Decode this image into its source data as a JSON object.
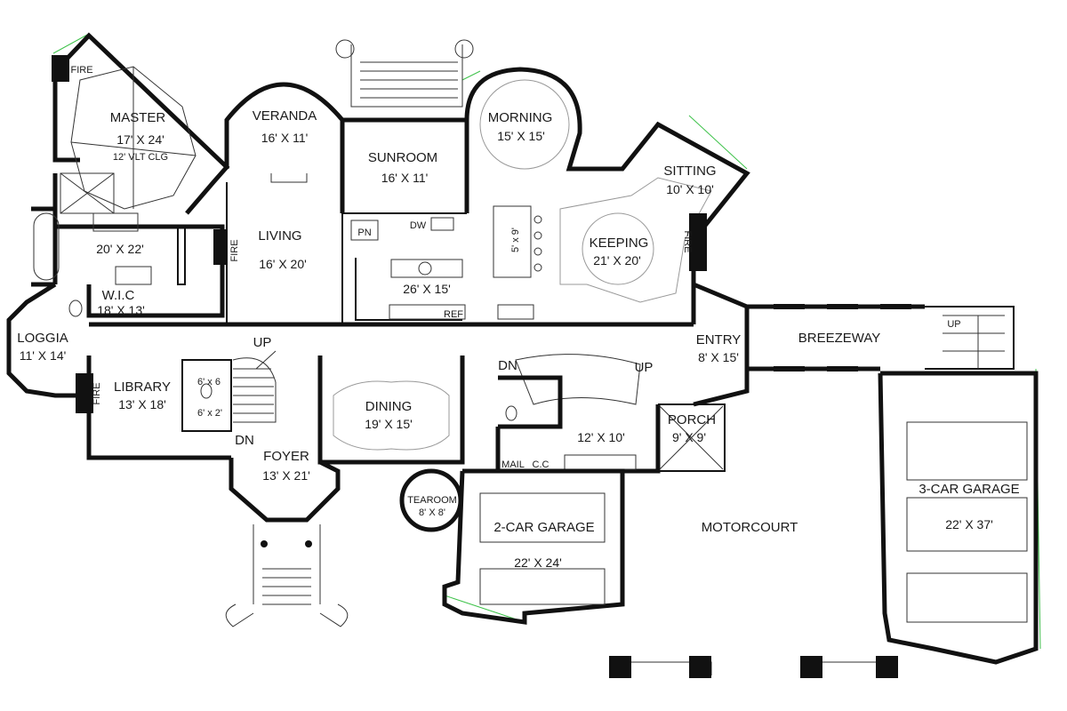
{
  "rooms": {
    "master": {
      "name": "MASTER",
      "dim": "17' X 24'",
      "note": "12' VLT CLG"
    },
    "veranda": {
      "name": "VERANDA",
      "dim": "16' X 11'"
    },
    "sunroom": {
      "name": "SUNROOM",
      "dim": "16' X 11'"
    },
    "morning": {
      "name": "MORNING",
      "dim": "15' X 15'"
    },
    "sitting": {
      "name": "SITTING",
      "dim": "10' X 10'"
    },
    "keeping": {
      "name": "KEEPING",
      "dim": "21' X 20'"
    },
    "living": {
      "name": "LIVING",
      "dim": "16' X 20'"
    },
    "bath": {
      "dim": "20' X 22'"
    },
    "wic": {
      "name": "W.I.C",
      "dim": "18' X 13'"
    },
    "kitchen": {
      "dim": "26' X 15'"
    },
    "island": {
      "dim": "5' x 9'"
    },
    "loggia": {
      "name": "LOGGIA",
      "dim": "11' X 14'"
    },
    "library": {
      "name": "LIBRARY",
      "dim": "13' X 18'"
    },
    "dining": {
      "name": "DINING",
      "dim": "19' X 15'"
    },
    "foyer": {
      "name": "FOYER",
      "dim": "13' X 21'"
    },
    "tearoom": {
      "name": "TEAROOM",
      "dim": "8' X 8'"
    },
    "entry": {
      "name": "ENTRY",
      "dim": "8' X 15'"
    },
    "breezeway": {
      "name": "BREEZEWAY"
    },
    "porch": {
      "name": "PORCH",
      "dim": "9' X 9'"
    },
    "utility": {
      "dim": "12' X 10'"
    },
    "garage2": {
      "name": "2-CAR GARAGE",
      "dim": "22' X 24'"
    },
    "motorcourt": {
      "name": "MOTORCOURT"
    },
    "garage3": {
      "name": "3-CAR GARAGE",
      "dim": "22' X 37'"
    },
    "closet1": {
      "dim": "6' x 6"
    },
    "closet2": {
      "dim": "6' x 2'"
    }
  },
  "labels": {
    "fire": "FIRE",
    "up": "UP",
    "dn": "DN",
    "pn": "PN",
    "dw": "DW",
    "ref": "REF",
    "mail": "MAIL",
    "cc": "C.C"
  }
}
